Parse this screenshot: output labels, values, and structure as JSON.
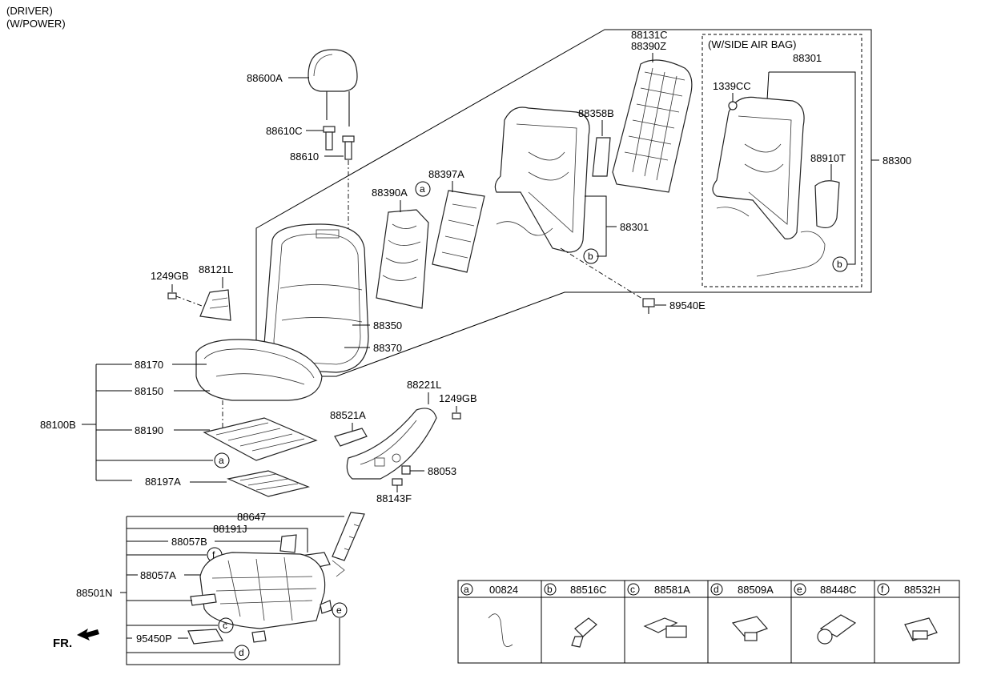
{
  "header": {
    "line1": "(DRIVER)",
    "line2": "(W/POWER)"
  },
  "side_airbag_box": {
    "title": "(W/SIDE AIR BAG)",
    "part": "88301"
  },
  "labels": {
    "p88600A": "88600A",
    "p88610C": "88610C",
    "p88610": "88610",
    "p88390A": "88390A",
    "p88397A": "88397A",
    "p88358B": "88358B",
    "p88131C": "88131C",
    "p88390Z": "88390Z",
    "p1339CC": "1339CC",
    "p88910T": "88910T",
    "p88300": "88300",
    "p88301": "88301",
    "p1249GB_top": "1249GB",
    "p88121L": "88121L",
    "p88350": "88350",
    "p88370": "88370",
    "p89540E": "89540E",
    "p88170": "88170",
    "p88150": "88150",
    "p88100B": "88100B",
    "p88190": "88190",
    "p88197A": "88197A",
    "p88521A": "88521A",
    "p88221L": "88221L",
    "p1249GB_side": "1249GB",
    "p88053": "88053",
    "p88143F": "88143F",
    "p88647": "88647",
    "p88191J": "88191J",
    "p88057B": "88057B",
    "p88057A": "88057A",
    "p88501N": "88501N",
    "p95450P": "95450P",
    "fr": "FR."
  },
  "callouts": {
    "a": "a",
    "b": "b",
    "c": "c",
    "d": "d",
    "e": "e",
    "f": "f"
  },
  "legend_table": [
    {
      "key": "a",
      "part": "00824"
    },
    {
      "key": "b",
      "part": "88516C"
    },
    {
      "key": "c",
      "part": "88581A"
    },
    {
      "key": "d",
      "part": "88509A"
    },
    {
      "key": "e",
      "part": "88448C"
    },
    {
      "key": "f",
      "part": "88532H"
    }
  ]
}
